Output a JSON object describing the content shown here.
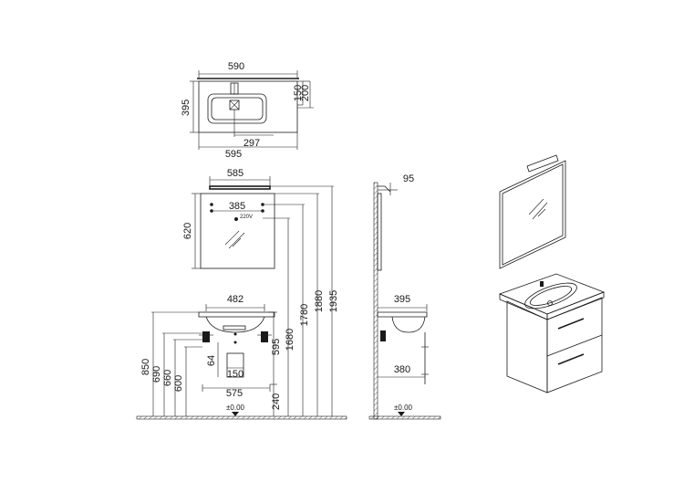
{
  "drawing": {
    "top_view": {
      "width_top": "590",
      "depth": "395",
      "dim_150": "150",
      "dim_200": "200",
      "dim_297": "297",
      "width_bottom": "595"
    },
    "front_view": {
      "mirror_light_width": "585",
      "mirror_height": "620",
      "mount_spacing": "385",
      "voltage": "220V",
      "basin_width": "482",
      "h_1680": "1680",
      "h_1780": "1780",
      "h_1880": "1880",
      "h_1935": "1935",
      "h_850": "850",
      "h_690": "690",
      "h_660": "660",
      "h_600": "600",
      "cab_595": "595",
      "siphon_64": "64",
      "siphon_150": "150",
      "base_575": "575",
      "leg_240": "240",
      "floor_level": "±0.00"
    },
    "side_view": {
      "light_projection": "95",
      "basin_depth": "395",
      "cabinet_depth": "380",
      "floor_level": "±0.00"
    }
  }
}
